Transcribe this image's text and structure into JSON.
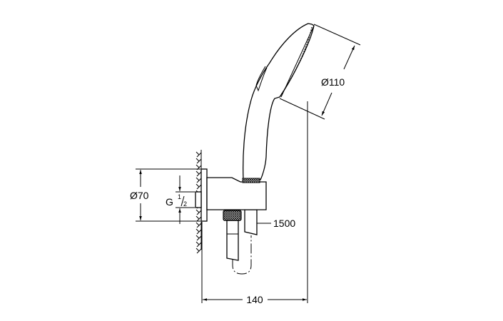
{
  "dimensions": {
    "head_diameter": "Ø110",
    "plate_diameter": "Ø70",
    "thread": {
      "letter": "G",
      "numerator": "1",
      "denominator": "2"
    },
    "hose_length": "1500",
    "projection": "140"
  },
  "colors": {
    "line": "#000000",
    "background": "#ffffff"
  }
}
